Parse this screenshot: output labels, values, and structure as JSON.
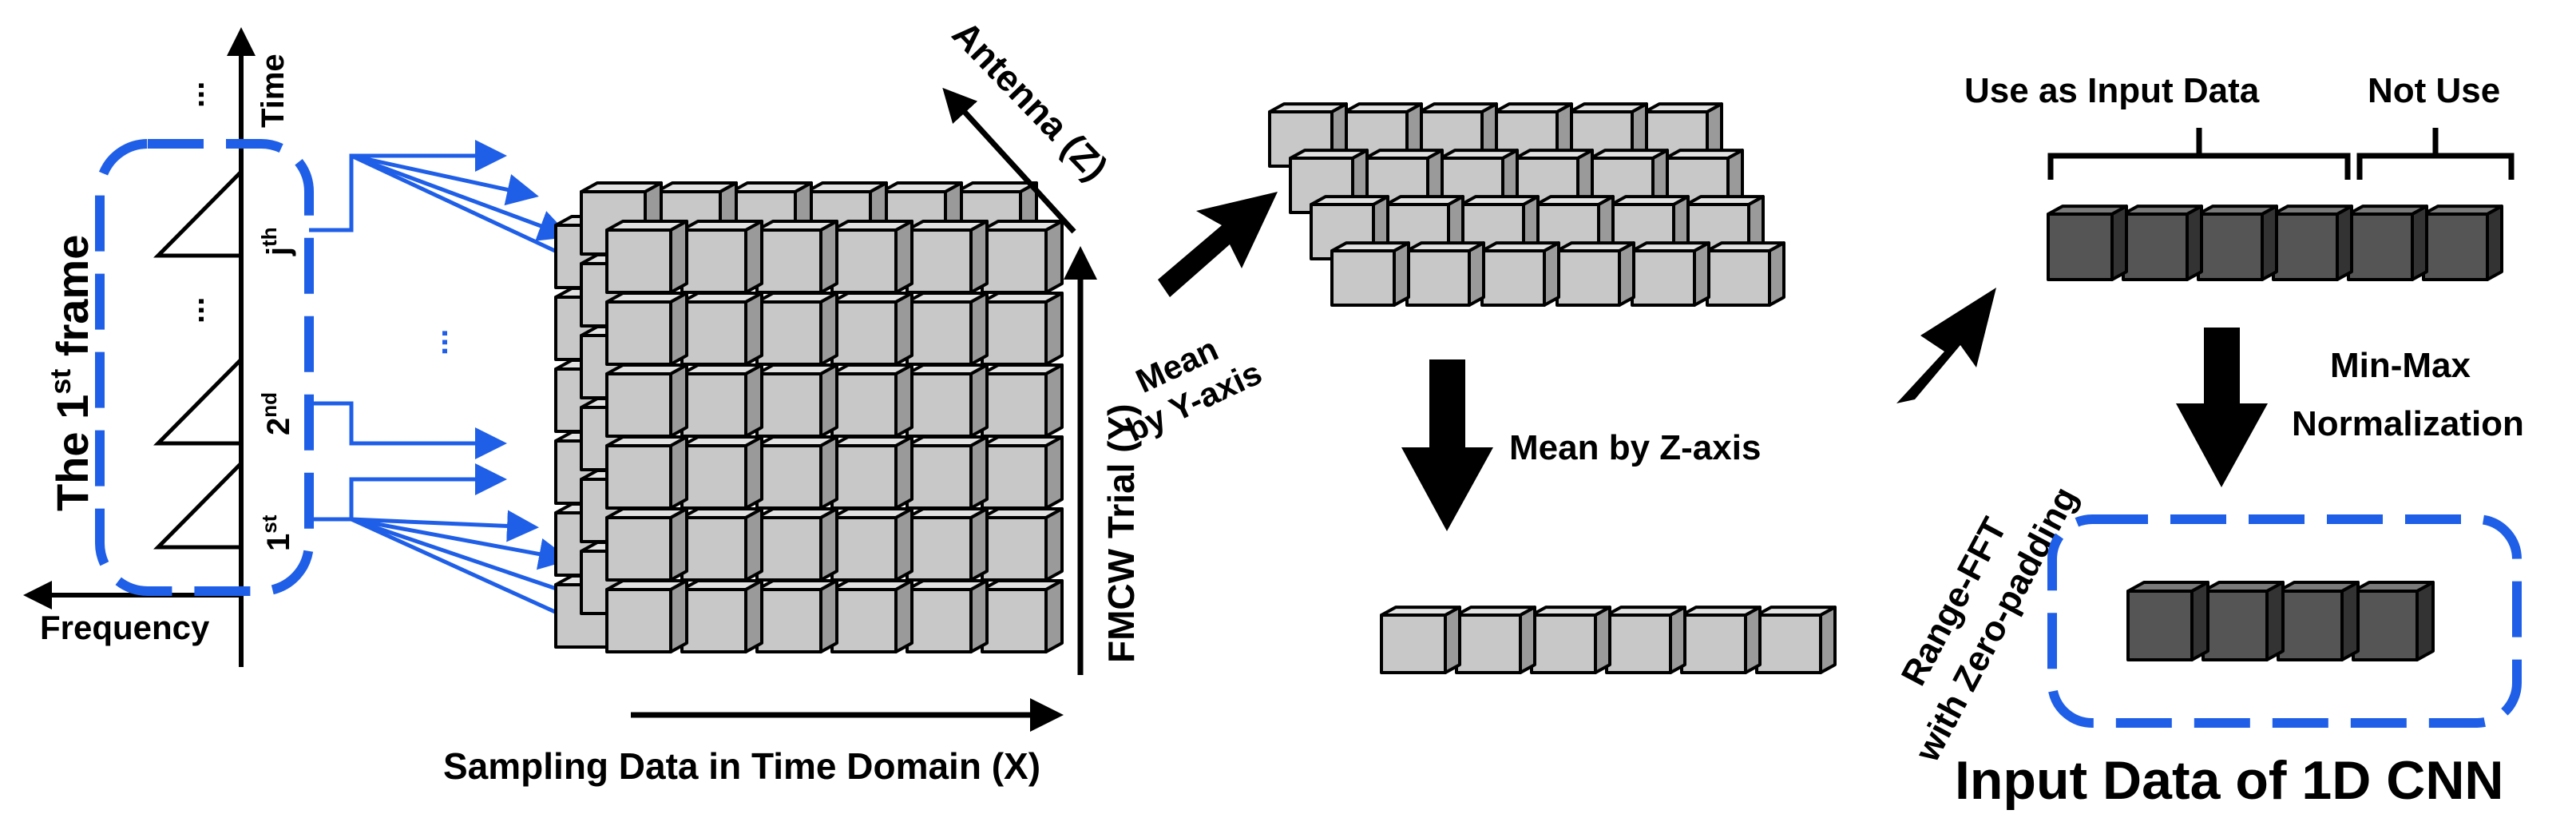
{
  "colors": {
    "cube_light_front": "#c8c8c8",
    "cube_light_top": "#e2e2e2",
    "cube_light_side": "#9a9a9a",
    "cube_dark_front": "#555555",
    "cube_dark_top": "#7a7a7a",
    "cube_dark_side": "#333333",
    "accent_blue": "#1f5fe8",
    "ink": "#000000"
  },
  "chirp_panel": {
    "frame_prefix": "The 1",
    "frame_sup": "st",
    "frame_suffix": " frame",
    "time_label": "Time",
    "frequency_label": "Frequency",
    "chirps": [
      {
        "num": "1",
        "sup": "st"
      },
      {
        "num": "2",
        "sup": "nd"
      },
      {
        "num": "j",
        "sup": "th"
      }
    ],
    "ellipsis": "..."
  },
  "cube3d": {
    "axis_x_label": "Sampling Data in Time Domain (X)",
    "axis_y_label": "FMCW Trial (Y)",
    "axis_z_label": "Antenna (Z)",
    "ellipsis": "..."
  },
  "steps": {
    "mean_y": [
      "Mean",
      "by Y-axis"
    ],
    "mean_z": "Mean by Z-axis",
    "range_fft": [
      "Range-FFT",
      "with Zero-padding"
    ],
    "minmax": [
      "Min-Max",
      "Normalization"
    ]
  },
  "fft_result": {
    "use_label": "Use as Input Data",
    "not_use_label": "Not Use"
  },
  "output": {
    "title": "Input Data of 1D CNN"
  }
}
